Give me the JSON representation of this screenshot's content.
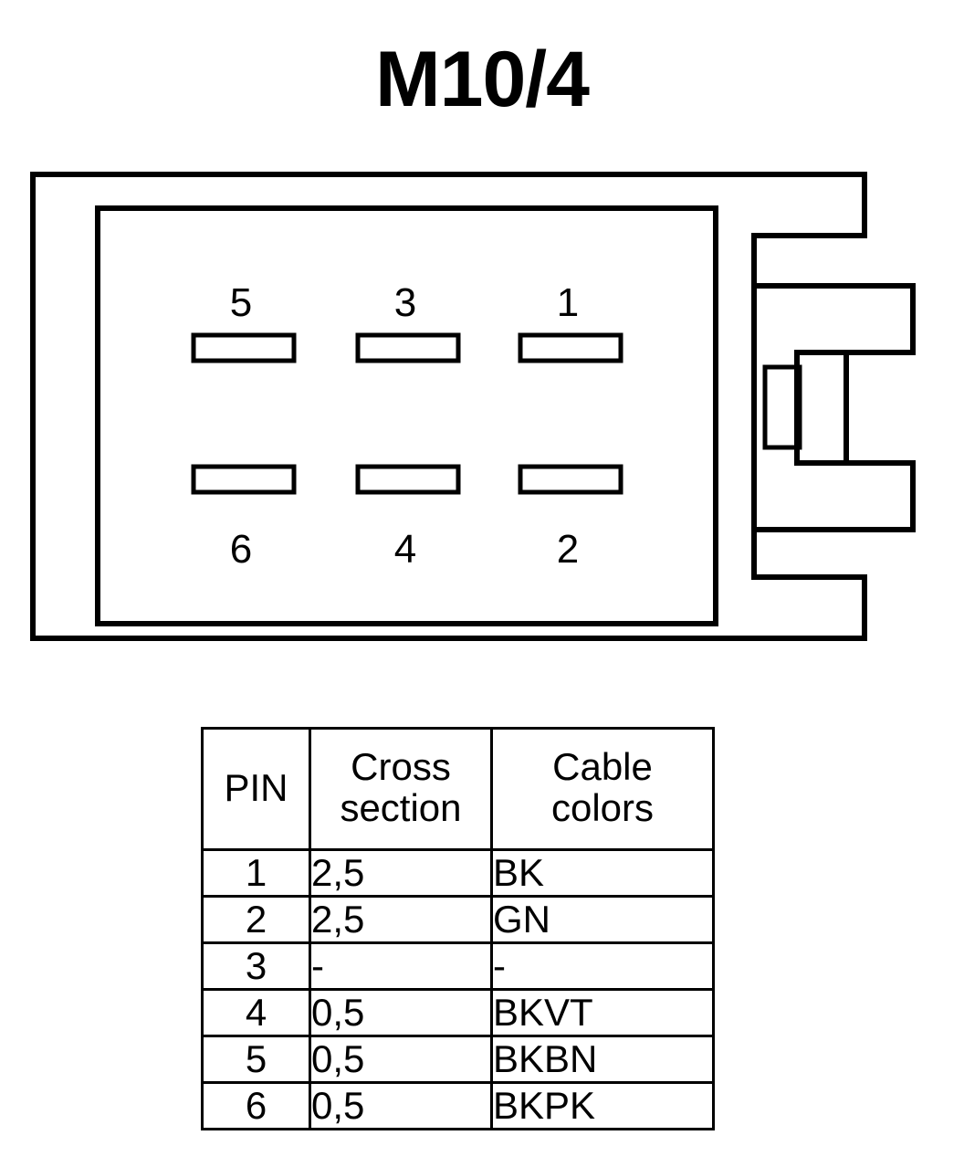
{
  "diagram": {
    "title": "M10/4",
    "type": "automotive-connector-pinout",
    "connector": {
      "pin_count": 6,
      "top_row_labels": [
        "5",
        "3",
        "1"
      ],
      "bottom_row_labels": [
        "6",
        "4",
        "2"
      ],
      "line_color": "#000000",
      "fill_color": "#ffffff"
    }
  },
  "table": {
    "headers": {
      "pin": "PIN",
      "cross_line1": "Cross",
      "cross_line2": "section",
      "cable_line1": "Cable",
      "cable_line2": "colors"
    },
    "rows": [
      {
        "pin": "1",
        "cross_section": "2,5",
        "cable_color": "BK"
      },
      {
        "pin": "2",
        "cross_section": "2,5",
        "cable_color": "GN"
      },
      {
        "pin": "3",
        "cross_section": "-",
        "cable_color": "-"
      },
      {
        "pin": "4",
        "cross_section": "0,5",
        "cable_color": "BKVT"
      },
      {
        "pin": "5",
        "cross_section": "0,5",
        "cable_color": "BKBN"
      },
      {
        "pin": "6",
        "cross_section": "0,5",
        "cable_color": "BKPK"
      }
    ]
  }
}
